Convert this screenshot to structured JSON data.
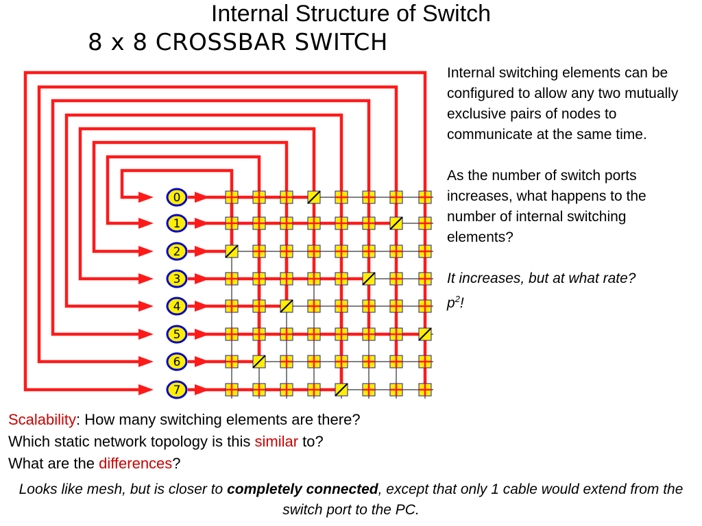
{
  "title": "Internal Structure of Switch",
  "subtitle": "8 x 8 CROSSBAR SWITCH",
  "diagram": {
    "ports": [
      "0",
      "1",
      "2",
      "3",
      "4",
      "5",
      "6",
      "7"
    ],
    "connections": [
      {
        "row": 0,
        "col": 3
      },
      {
        "row": 1,
        "col": 6
      },
      {
        "row": 2,
        "col": 0
      },
      {
        "row": 3,
        "col": 5
      },
      {
        "row": 4,
        "col": 2
      },
      {
        "row": 5,
        "col": 7
      },
      {
        "row": 6,
        "col": 1
      },
      {
        "row": 7,
        "col": 4
      }
    ],
    "colors": {
      "wire": "#ff1a1a",
      "element": "#ffee00",
      "element_border": "#1a1aa0",
      "port_fill": "#ffee00",
      "port_border": "#0000cc",
      "grid": "#000000"
    }
  },
  "side_text": {
    "para1": "Internal switching elements can be configured to allow any two mutually exclusive pairs of nodes to communicate at the same time.",
    "para2": "As the number of switch ports increases, what happens to the number of internal switching elements?",
    "para3": "It increases, but at what rate?",
    "answer_base": "p",
    "answer_exp": "2",
    "answer_suffix": "!"
  },
  "questions": {
    "q1_red": "Scalability",
    "q1_rest": ":  How many switching elements are there?",
    "q2_pre": "Which static network topology is this ",
    "q2_red": "similar",
    "q2_post": " to?",
    "q3_pre": "What are the ",
    "q3_red": "differences",
    "q3_post": "?"
  },
  "closing": {
    "pre": "Looks like mesh, but is closer to ",
    "bold": "completely connected",
    "post": ", except that only 1 cable would extend from the switch port to the PC."
  }
}
